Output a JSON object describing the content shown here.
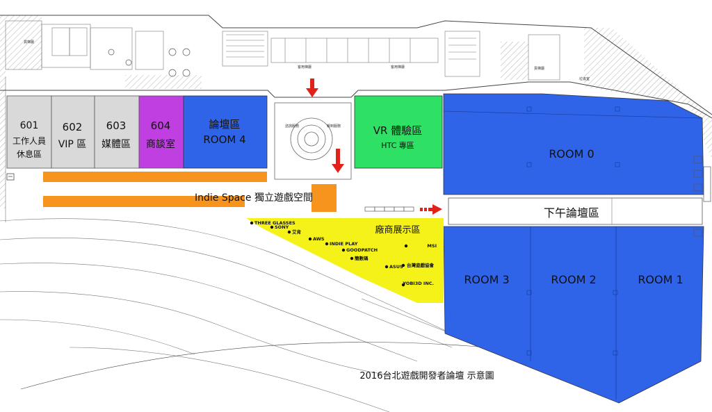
{
  "title": "2016台北遊戲開發者論壇 示意圖",
  "colors": {
    "gray_room": "#d9d9d9",
    "purple_room": "#bf3fe0",
    "blue_room": "#2f64e8",
    "green_room": "#2ee063",
    "orange_area": "#f7941d",
    "yellow_area": "#f5f21a",
    "arrow_red": "#e0221b"
  },
  "rooms": {
    "r601": {
      "num": "601",
      "line1": "工作人員",
      "line2": "休息區"
    },
    "r602": {
      "num": "602",
      "line1": "VIP 區"
    },
    "r603": {
      "num": "603",
      "line1": "媒體區"
    },
    "r604": {
      "num": "604",
      "line1": "商談室"
    },
    "room4": {
      "line1": "論壇區",
      "line2": "ROOM  4"
    },
    "vr": {
      "line1": "VR 體驗區",
      "line2": "HTC 專區"
    },
    "room0": {
      "label": "ROOM 0"
    },
    "afternoon": {
      "label": "下午論壇區"
    },
    "room3": {
      "label": "ROOM 3"
    },
    "room2": {
      "label": "ROOM 2"
    },
    "room1": {
      "label": "ROOM 1"
    }
  },
  "indie_space": {
    "label": "Indie Space 獨立遊戲空間"
  },
  "exhibitor_area": {
    "label": "廠商展示區",
    "exhibitors": [
      "THREE GLASSES",
      "SONY",
      "艾肯",
      "AWS",
      "INDIE PLAY",
      "GOODPATCH",
      "簡數碼",
      "ASUS",
      "MSI",
      "台灣遊戲協會",
      "YOBI3D INC."
    ]
  },
  "small_labels": {
    "freight_elevator_left": "貨梯廳",
    "passenger_elevator_1": "客用梯廳",
    "passenger_elevator_2": "客用梯廳",
    "reception_left": "諮詢服務",
    "reception_right": "報到服務",
    "garbage_room": "垃圾室",
    "freight_elevator_right": "貨梯廳"
  },
  "icons": [
    "down-arrow-icon",
    "right-arrow-icon",
    "exit-sign-icon"
  ]
}
